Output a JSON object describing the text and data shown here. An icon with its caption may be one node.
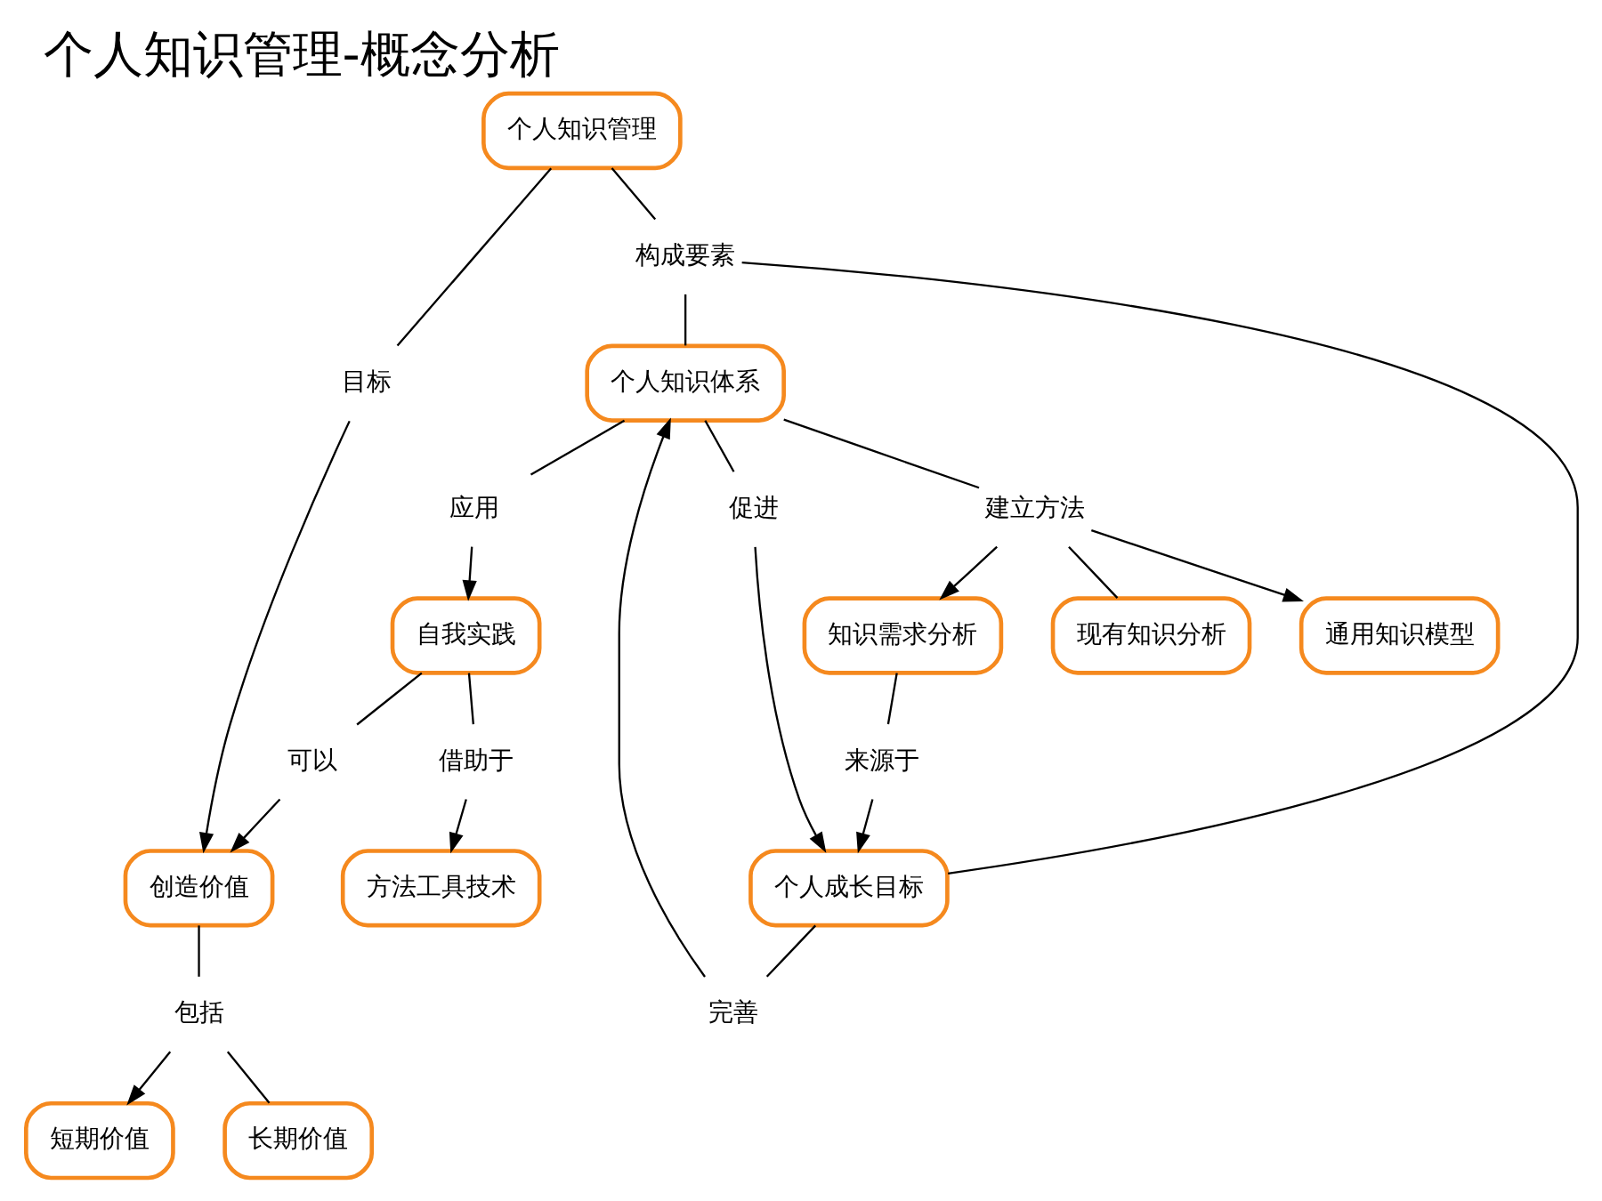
{
  "diagram": {
    "title": "个人知识管理-概念分析",
    "nodes": [
      {
        "text": [
          "短期价值"
        ]
      },
      {
        "text": [
          "创造价值"
        ]
      },
      {
        "text": [
          "目标"
        ]
      },
      {
        "text": [
          "包括"
        ]
      },
      {
        "text": [
          "个人知识管理"
        ]
      },
      {
        "text": [
          "长期价值"
        ]
      },
      {
        "text": [
          "可以"
        ]
      },
      {
        "text": [
          "自我实践"
        ]
      },
      {
        "text": [
          "借助于"
        ]
      },
      {
        "text": [
          "构成要素"
        ]
      },
      {
        "text": [
          "方法工具技术"
        ]
      },
      {
        "text": [
          "应用"
        ]
      },
      {
        "text": [
          "促进"
        ]
      },
      {
        "text": [
          "个人知识体系"
        ]
      },
      {
        "text": [
          "个人成长目标"
        ]
      },
      {
        "text": [
          "完善"
        ]
      },
      {
        "text": [
          "通用知识模型"
        ]
      },
      {
        "text": [
          "建立方法"
        ]
      },
      {
        "text": [
          "来源于"
        ]
      },
      {
        "text": [
          "知识需求分析"
        ]
      },
      {
        "text": [
          "现有知识分析"
        ]
      }
    ],
    "edges": [
      {
        "from": 4,
        "to": 2,
        "arrow": "none"
      },
      {
        "from": 2,
        "to": 1,
        "arrow": "to"
      },
      {
        "from": 1,
        "to": 3,
        "arrow": "none"
      },
      {
        "from": 3,
        "to": 0,
        "arrow": "to"
      },
      {
        "from": 3,
        "to": 5,
        "arrow": "none"
      },
      {
        "from": 7,
        "to": 6,
        "arrow": "none"
      },
      {
        "from": 6,
        "to": 1,
        "arrow": "to"
      },
      {
        "from": 7,
        "to": 8,
        "arrow": "none"
      },
      {
        "from": 8,
        "to": 10,
        "arrow": "to"
      },
      {
        "from": 13,
        "to": 11,
        "arrow": "none"
      },
      {
        "from": 11,
        "to": 7,
        "arrow": "to"
      },
      {
        "from": 4,
        "to": 9,
        "arrow": "none"
      },
      {
        "from": 9,
        "to": 13,
        "arrow": "none"
      },
      {
        "from": 9,
        "to": 14,
        "arrow": "none"
      },
      {
        "from": 13,
        "to": 12,
        "arrow": "none"
      },
      {
        "from": 12,
        "to": 14,
        "arrow": "to"
      },
      {
        "from": 14,
        "to": 15,
        "arrow": "none"
      },
      {
        "from": 15,
        "to": 13,
        "arrow": "to"
      },
      {
        "from": 13,
        "to": 17,
        "arrow": "none"
      },
      {
        "from": 17,
        "to": 16,
        "arrow": "to"
      },
      {
        "from": 17,
        "to": 19,
        "arrow": "to"
      },
      {
        "from": 17,
        "to": 20,
        "arrow": "none"
      },
      {
        "from": 19,
        "to": 18,
        "arrow": "none"
      },
      {
        "from": 18,
        "to": 14,
        "arrow": "to"
      }
    ]
  }
}
